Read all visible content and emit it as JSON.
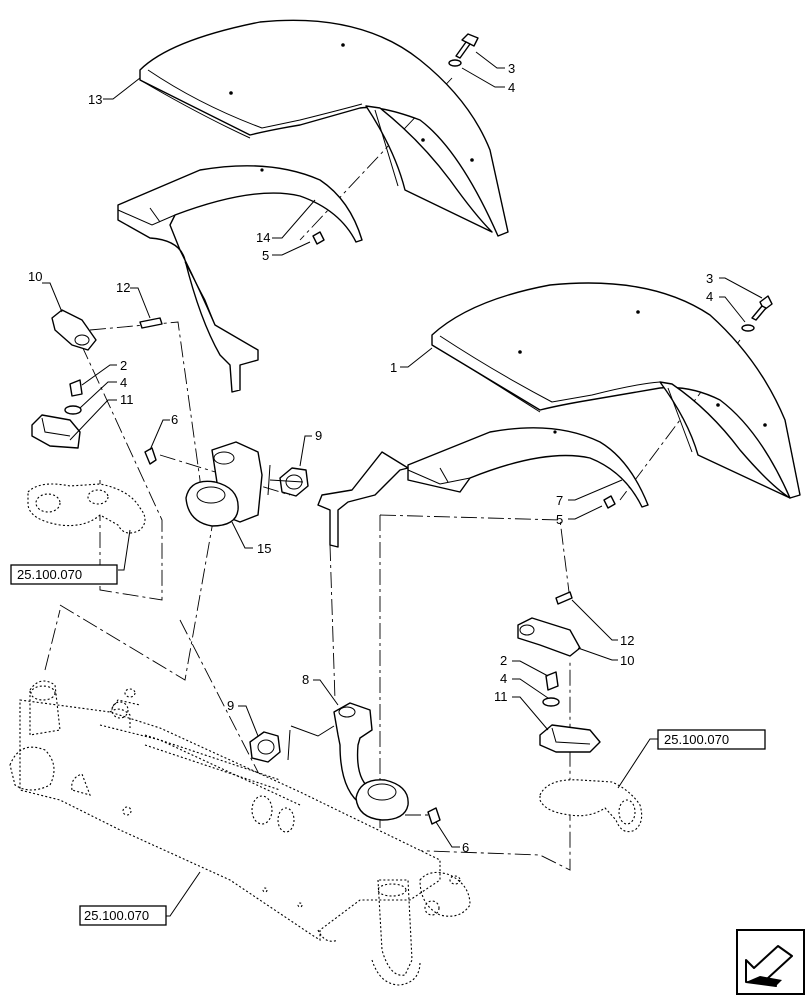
{
  "callouts": {
    "c13": "13",
    "c3a": "3",
    "c4a": "4",
    "c14": "14",
    "c5a": "5",
    "c10a": "10",
    "c12a": "12",
    "c2a": "2",
    "c4b": "4",
    "c11a": "11",
    "c6a": "6",
    "c9a": "9",
    "c15": "15",
    "c3b": "3",
    "c4c": "4",
    "c1": "1",
    "c7": "7",
    "c5b": "5",
    "c12b": "12",
    "c10b": "10",
    "c2b": "2",
    "c4d": "4",
    "c11b": "11",
    "c8": "8",
    "c9b": "9",
    "c6b": "6"
  },
  "references": {
    "ref_left": "25.100.070",
    "ref_right": "25.100.070",
    "ref_bottom": "25.100.070"
  },
  "icons": {
    "nav": "return-arrow-icon"
  }
}
